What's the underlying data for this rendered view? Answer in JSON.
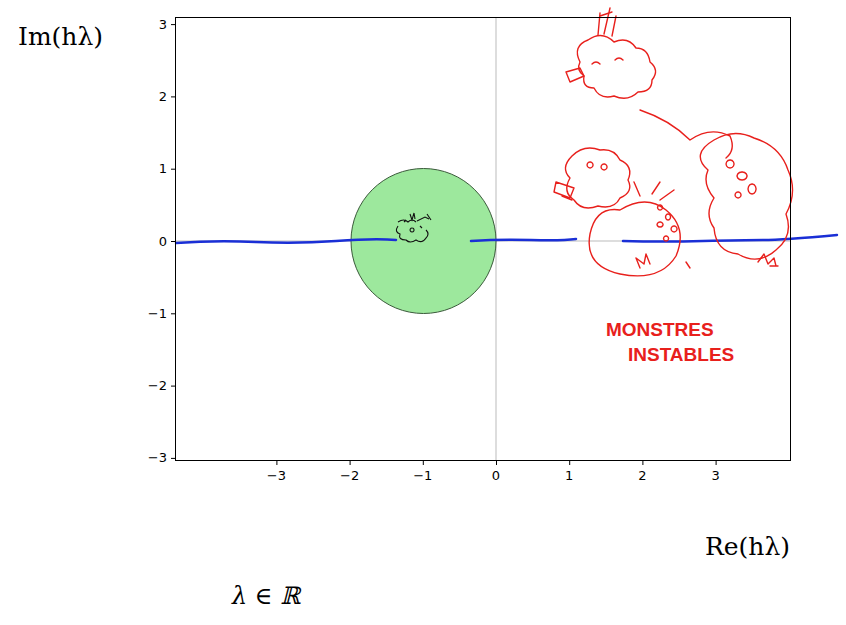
{
  "diagram": {
    "labels": [
      "Im(hλ)",
      "3",
      "2",
      "1",
      "0",
      "−1",
      "−2",
      "−3",
      "−3",
      "−2",
      "−1",
      "0",
      "1",
      "2",
      "3",
      "MONSTRES INSTABLES",
      "Re(hλ)",
      "λ ∈ ℝ"
    ]
  }
}
